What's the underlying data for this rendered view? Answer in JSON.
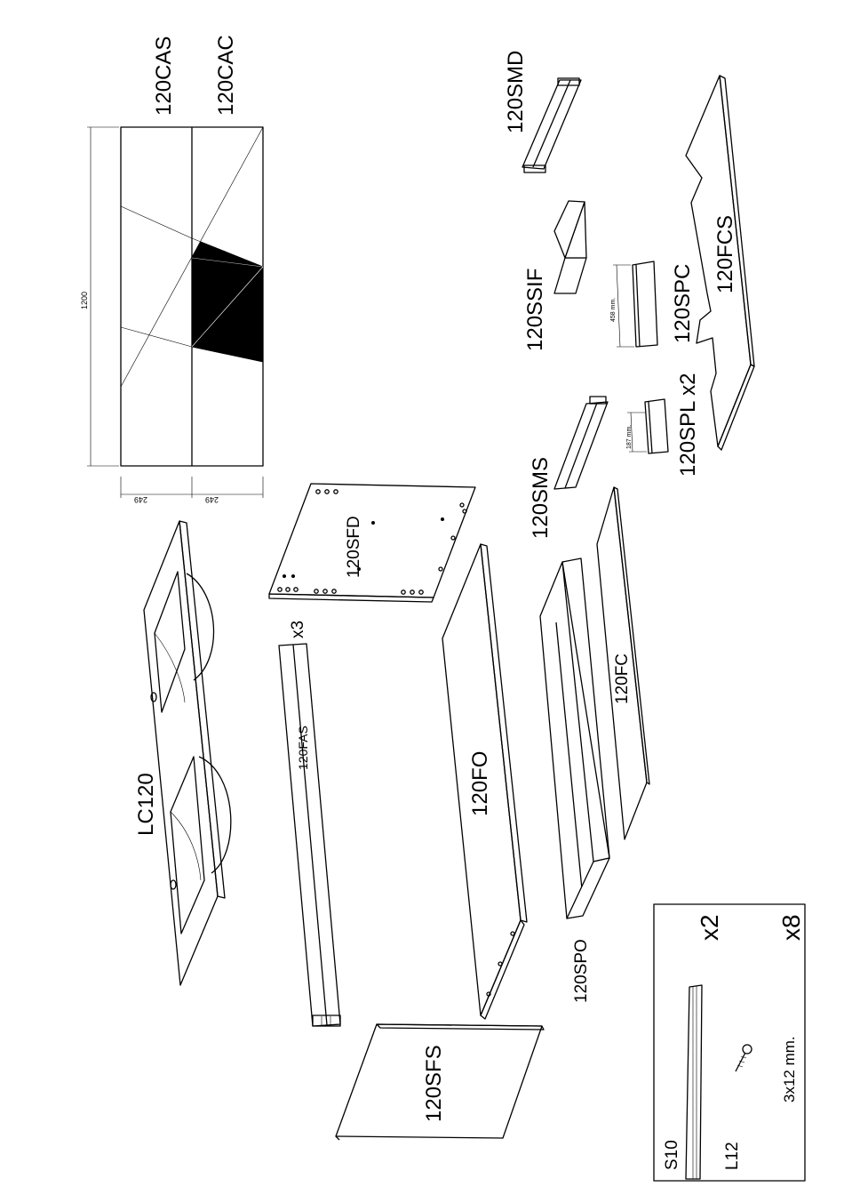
{
  "labels": {
    "cas": "120CAS",
    "cac": "120CAC",
    "smd": "120SMD",
    "ssif": "120SSIF",
    "spc": "120SPC",
    "fcs": "120FCS",
    "spl": "120SPL x2",
    "sms": "120SMS",
    "sfd": "120SFD",
    "lc": "LC120",
    "fas_qty": "x3",
    "fas": "120FAS",
    "fo": "120FO",
    "fc": "120FC",
    "spo": "120SPO",
    "sfs": "120SFS"
  },
  "dimensions": {
    "length": "1200",
    "width_a": "249",
    "width_b": "249",
    "spc_len": "458 mm.",
    "spl_len": "187 mm."
  },
  "hardware": {
    "s10": "S10",
    "l12": "L12",
    "qty_top": "x2",
    "qty_bottom": "x8",
    "screw": "3x12 mm."
  },
  "colors": {
    "ink": "#000000",
    "paper": "#ffffff"
  }
}
